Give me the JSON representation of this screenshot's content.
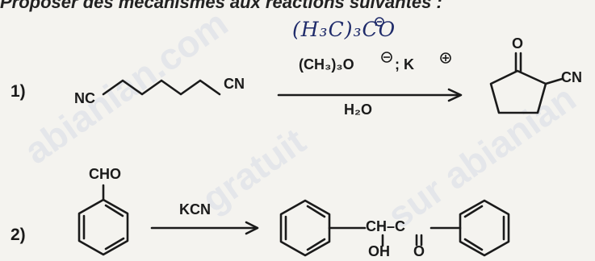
{
  "header": {
    "text": "Proposer des mécanismes aux réactions suivantes :"
  },
  "reaction1": {
    "number": "1)",
    "reactant_left_group": "NC",
    "reactant_right_group": "CN",
    "handwritten_reagent": "(H₃C)₃CO",
    "reagent": "(CH₃)₃O",
    "reagent_suffix": "; K",
    "condition_below": "H₂O",
    "product_group": "CN",
    "product_carbonyl": "O"
  },
  "reaction2": {
    "number": "2)",
    "reactant_group": "CHO",
    "reagent": "KCN",
    "product_main": "CH–C",
    "product_oh": "OH",
    "product_o": "O"
  },
  "watermarks": [
    "abianian.com",
    "gratuit",
    "sur abianian"
  ]
}
